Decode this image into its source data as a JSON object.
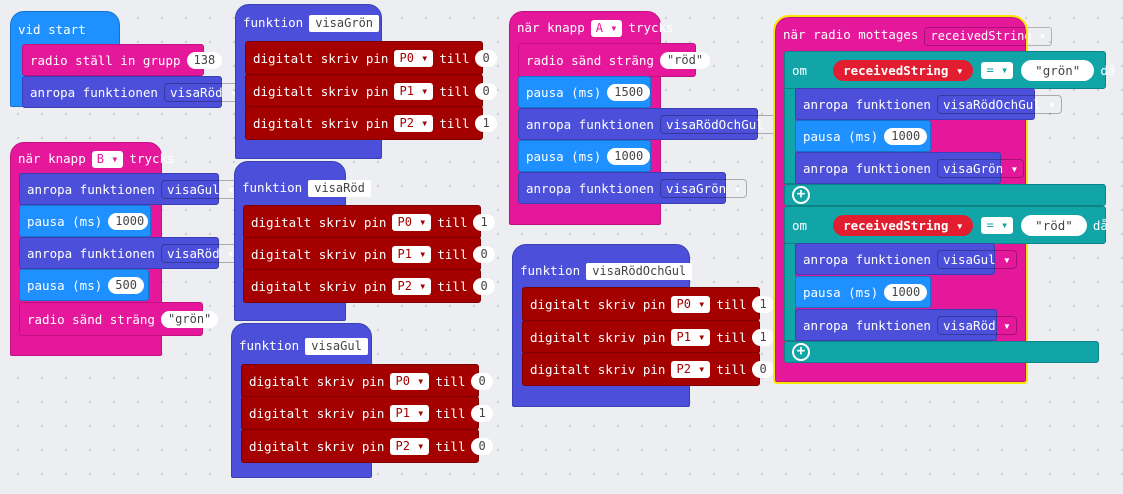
{
  "on_start": {
    "label": "vid start",
    "radio_group_label": "radio ställ in grupp",
    "radio_group_value": "138",
    "call_label": "anropa funktionen",
    "call_value": "visaRöd"
  },
  "button_b": {
    "prefix": "när knapp",
    "button": "B",
    "suffix": "trycks",
    "call1_label": "anropa funktionen",
    "call1_value": "visaGul",
    "pause1_label": "pausa (ms)",
    "pause1_value": "1000",
    "call2_label": "anropa funktionen",
    "call2_value": "visaRöd",
    "pause2_label": "pausa (ms)",
    "pause2_value": "500",
    "send_label": "radio sänd sträng",
    "send_value": "\"grön\""
  },
  "func_gron": {
    "keyword": "funktion",
    "name": "visaGrön",
    "rows": [
      {
        "label": "digitalt skriv pin",
        "pin": "P0",
        "till": "till",
        "value": "0"
      },
      {
        "label": "digitalt skriv pin",
        "pin": "P1",
        "till": "till",
        "value": "0"
      },
      {
        "label": "digitalt skriv pin",
        "pin": "P2",
        "till": "till",
        "value": "1"
      }
    ]
  },
  "func_rod": {
    "keyword": "funktion",
    "name": "visaRöd",
    "rows": [
      {
        "label": "digitalt skriv pin",
        "pin": "P0",
        "till": "till",
        "value": "1"
      },
      {
        "label": "digitalt skriv pin",
        "pin": "P1",
        "till": "till",
        "value": "0"
      },
      {
        "label": "digitalt skriv pin",
        "pin": "P2",
        "till": "till",
        "value": "0"
      }
    ]
  },
  "func_gul": {
    "keyword": "funktion",
    "name": "visaGul",
    "rows": [
      {
        "label": "digitalt skriv pin",
        "pin": "P0",
        "till": "till",
        "value": "0"
      },
      {
        "label": "digitalt skriv pin",
        "pin": "P1",
        "till": "till",
        "value": "1"
      },
      {
        "label": "digitalt skriv pin",
        "pin": "P2",
        "till": "till",
        "value": "0"
      }
    ]
  },
  "button_a": {
    "prefix": "när knapp",
    "button": "A",
    "suffix": "trycks",
    "send_label": "radio sänd sträng",
    "send_value": "\"röd\"",
    "pause1_label": "pausa (ms)",
    "pause1_value": "1500",
    "call1_label": "anropa funktionen",
    "call1_value": "visaRödOchGul",
    "pause2_label": "pausa (ms)",
    "pause2_value": "1000",
    "call2_label": "anropa funktionen",
    "call2_value": "visaGrön"
  },
  "func_rodochgul": {
    "keyword": "funktion",
    "name": "visaRödOchGul",
    "rows": [
      {
        "label": "digitalt skriv pin",
        "pin": "P0",
        "till": "till",
        "value": "1"
      },
      {
        "label": "digitalt skriv pin",
        "pin": "P1",
        "till": "till",
        "value": "1"
      },
      {
        "label": "digitalt skriv pin",
        "pin": "P2",
        "till": "till",
        "value": "0"
      }
    ]
  },
  "radio_received": {
    "header_label": "när radio mottages",
    "header_var": "receivedString",
    "if1": {
      "om": "om",
      "var": "receivedString",
      "op": "=",
      "value": "\"grön\"",
      "da": "då",
      "call1_label": "anropa funktionen",
      "call1_value": "visaRödOchGul",
      "pause_label": "pausa (ms)",
      "pause_value": "1000",
      "call2_label": "anropa funktionen",
      "call2_value": "visaGrön"
    },
    "if2": {
      "om": "om",
      "var": "receivedString",
      "op": "=",
      "value": "\"röd\"",
      "da": "då",
      "call1_label": "anropa funktionen",
      "call1_value": "visaGul",
      "pause_label": "pausa (ms)",
      "pause_value": "1000",
      "call2_label": "anropa funktionen",
      "call2_value": "visaRöd"
    }
  },
  "icons": {
    "plus": "add-branch-icon",
    "dropdown": "chevron-down-icon"
  },
  "colors": {
    "events": "#e5189c",
    "basic": "#1e90ff",
    "functions": "#4b4fd9",
    "pins": "#a40000",
    "logic": "#11a5a8",
    "selected": "#ffe600"
  }
}
